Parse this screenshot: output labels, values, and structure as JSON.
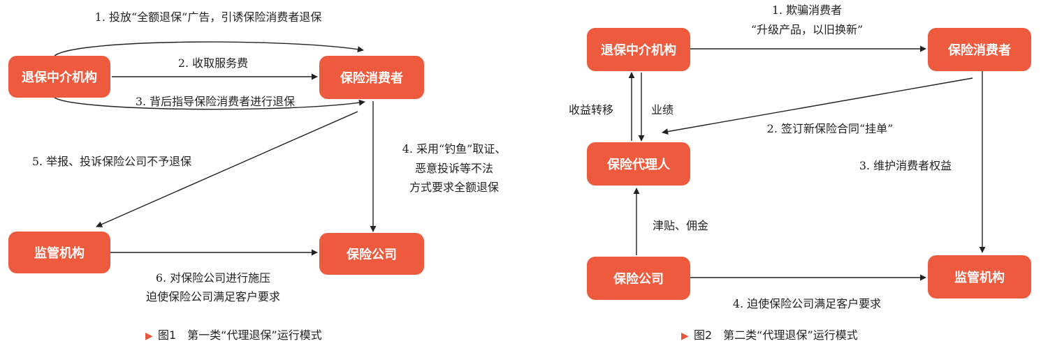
{
  "colors": {
    "node_fill": "#ee5a3d",
    "line": "#222222",
    "caption_marker": "#e8573d"
  },
  "figure1": {
    "nodes": {
      "agency": "退保中介机构",
      "consumer": "保险消费者",
      "regulator": "监管机构",
      "insurer": "保险公司"
    },
    "edges": {
      "e1": "1. 投放“全额退保”广告，引诱保险消费者退保",
      "e2": "2. 收取服务费",
      "e3": "3. 背后指导保险消费者进行退保",
      "e4_line1": "4. 采用“钓鱼”取证、",
      "e4_line2": "恶意投诉等不法",
      "e4_line3": "方式要求全额退保",
      "e5": "5. 举报、投诉保险公司不予退保",
      "e6_line1": "6. 对保险公司进行施压",
      "e6_line2": "迫使保险公司满足客户要求"
    },
    "caption_marker": "▶",
    "caption": "图1　第一类“代理退保”运行模式"
  },
  "figure2": {
    "nodes": {
      "agency": "退保中介机构",
      "consumer": "保险消费者",
      "agent": "保险代理人",
      "insurer": "保险公司",
      "regulator": "监管机构"
    },
    "edges": {
      "e1_line1": "1. 欺骗消费者",
      "e1_line2": "“升级产品，以旧换新”",
      "e2": "2. 签订新保险合同“挂单”",
      "e3": "3. 维护消费者权益",
      "e4": "4. 迫使保险公司满足客户要求",
      "income": "收益转移",
      "performance": "业绩",
      "allowance": "津贴、佣金"
    },
    "caption_marker": "▶",
    "caption": "图2　第二类“代理退保”运行模式"
  }
}
